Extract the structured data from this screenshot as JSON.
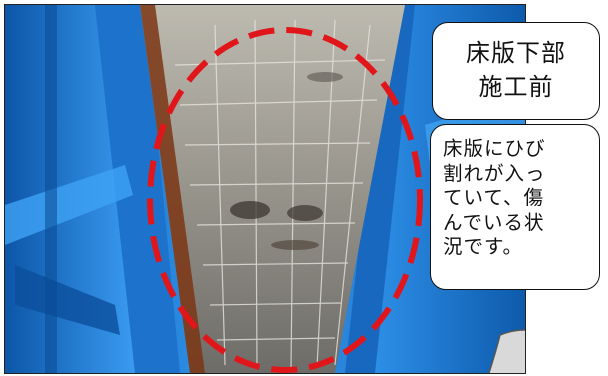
{
  "callouts": {
    "title_lines": [
      "床版下部",
      "施工前"
    ],
    "note_lines": [
      "床版にひび",
      "割れが入っ",
      "ていて、傷",
      "んでいる状",
      "況です。"
    ]
  },
  "colors": {
    "steel_blue": "#1e7fd6",
    "dark_blue": "#0b4f9c",
    "concrete": "#9a9890",
    "highlight_ring": "#e0161a",
    "rust": "#8a3a12"
  },
  "icons": {
    "scroll_curl": "curled-page-corner"
  }
}
